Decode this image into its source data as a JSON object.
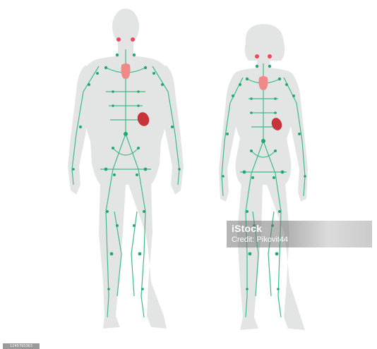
{
  "watermark": {
    "brand": "iStock",
    "credit": "Credit: Pikovit44"
  },
  "stock_id": "1245793363",
  "colors": {
    "body_fill": "#e3e5e4",
    "body_outline": "#cfd3d1",
    "lymph_vessel": "#3dbb86",
    "lymph_node": "#25a771",
    "thymus": "#f08a88",
    "spleen": "#c7343a",
    "tonsil": "#f0485a"
  },
  "figures": [
    {
      "id": "male",
      "icon": "male-body-icon"
    },
    {
      "id": "female",
      "icon": "female-body-icon"
    }
  ]
}
